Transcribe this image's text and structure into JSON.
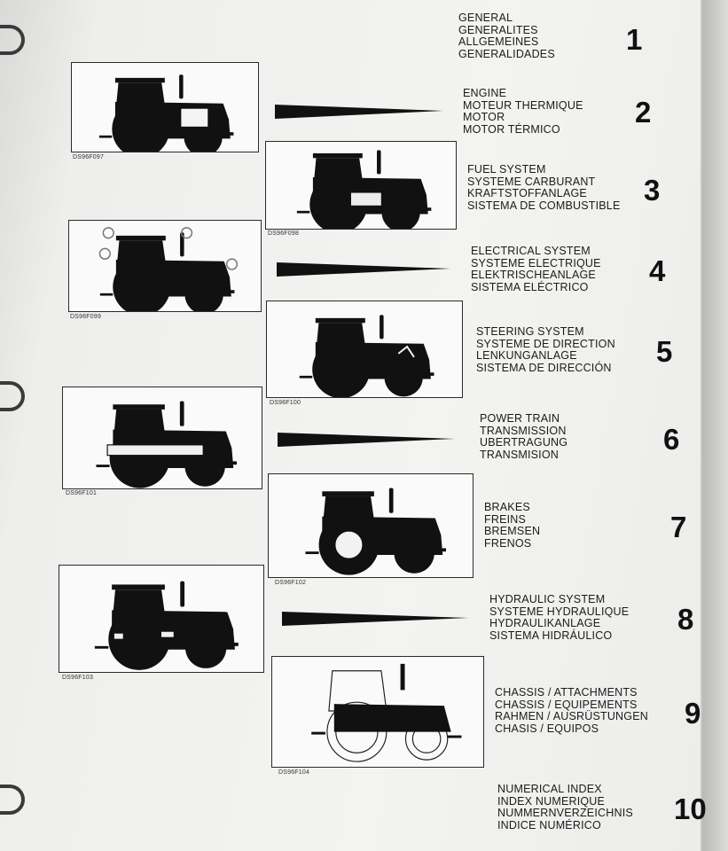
{
  "sections": [
    {
      "number": "1",
      "labels": [
        "GENERAL",
        "GENERALITES",
        "ALLGEMEINES",
        "GENERALIDADES"
      ],
      "image_code": "",
      "tractor": "none"
    },
    {
      "number": "2",
      "labels": [
        "ENGINE",
        "MOTEUR THERMIQUE",
        "MOTOR",
        "MOTOR TÉRMICO"
      ],
      "image_code": "DS96F097",
      "tractor": "engine-highlight"
    },
    {
      "number": "3",
      "labels": [
        "FUEL SYSTEM",
        "SYSTEME CARBURANT",
        "KRAFTSTOFFANLAGE",
        "SISTEMA DE COMBUSTIBLE"
      ],
      "image_code": "DS96F098",
      "tractor": "fuel-highlight"
    },
    {
      "number": "4",
      "labels": [
        "ELECTRICAL SYSTEM",
        "SYSTEME ELECTRIQUE",
        "ELEKTRISCHEANLAGE",
        "SISTEMA ELÉCTRICO"
      ],
      "image_code": "DS96F099",
      "tractor": "lights-highlight"
    },
    {
      "number": "5",
      "labels": [
        "STEERING SYSTEM",
        "SYSTEME DE DIRECTION",
        "LENKUNGANLAGE",
        "SISTEMA DE DIRECCIÓN"
      ],
      "image_code": "DS96F100",
      "tractor": "steering-highlight"
    },
    {
      "number": "6",
      "labels": [
        "POWER TRAIN",
        "TRANSMISSION",
        "UBERTRAGUNG",
        "TRANSMISION"
      ],
      "image_code": "DS96F101",
      "tractor": "driveline-highlight"
    },
    {
      "number": "7",
      "labels": [
        "BRAKES",
        "FREINS",
        "BREMSEN",
        "FRENOS"
      ],
      "image_code": "DS96F102",
      "tractor": "brake-highlight"
    },
    {
      "number": "8",
      "labels": [
        "HYDRAULIC SYSTEM",
        "SYSTEME HYDRAULIQUE",
        "HYDRAULIKANLAGE",
        "SISTEMA HIDRÁULICO"
      ],
      "image_code": "DS96F103",
      "tractor": "hydraulic-highlight"
    },
    {
      "number": "9",
      "labels": [
        "CHASSIS / ATTACHMENTS",
        "CHASSIS / EQUIPEMENTS",
        "RAHMEN / AUSRÜSTUNGEN",
        "CHASIS / EQUIPOS"
      ],
      "image_code": "DS96F104",
      "tractor": "chassis-outline"
    },
    {
      "number": "10",
      "labels": [
        "NUMERICAL INDEX",
        "INDEX NUMERIQUE",
        "NUMMERNVERZEICHNIS",
        "INDICE NUMÉRICO"
      ],
      "image_code": "",
      "tractor": "none"
    }
  ]
}
